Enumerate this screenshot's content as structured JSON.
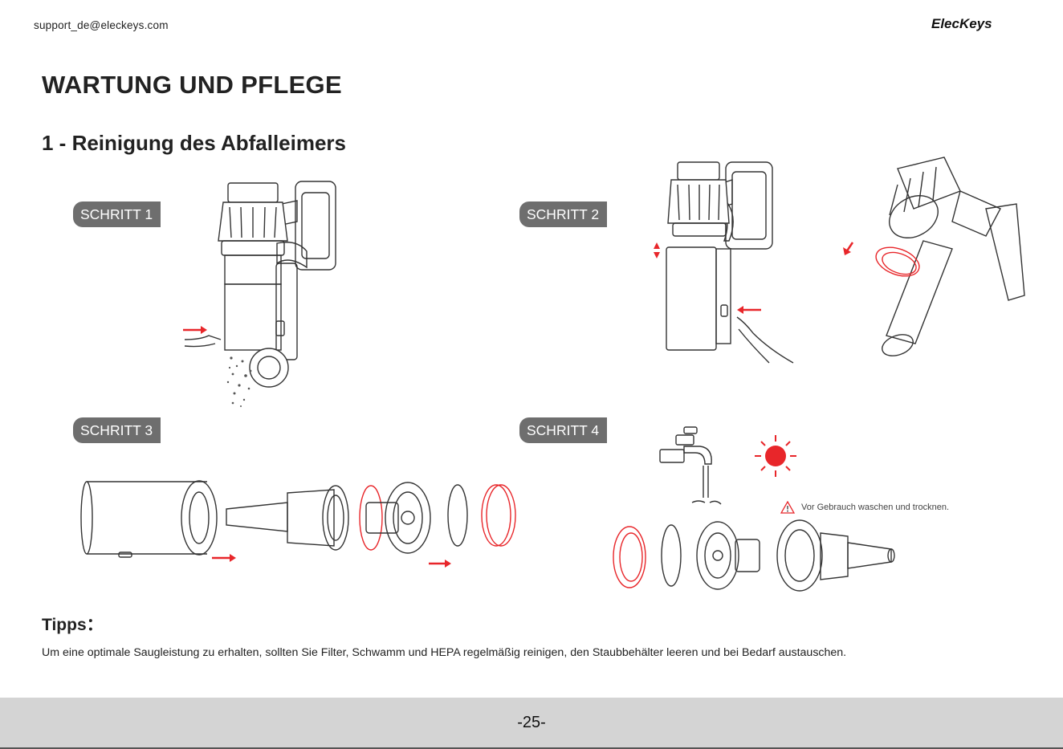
{
  "header": {
    "email": "support_de@eleckeys.com",
    "brand": "ElecKeys"
  },
  "title": "WARTUNG UND PFLEGE",
  "section": "1 - Reinigung des Abfalleimers",
  "steps": [
    {
      "label": "SCHRITT 1"
    },
    {
      "label": "SCHRITT 2"
    },
    {
      "label": "SCHRITT 3"
    },
    {
      "label": "SCHRITT 4"
    }
  ],
  "warning": {
    "icon": "warning-triangle-icon",
    "text": "Vor Gebrauch waschen und trocknen."
  },
  "tips": {
    "heading": "Tipps：",
    "text": "Um eine optimale Saugleistung zu erhalten, sollten Sie Filter, Schwamm und HEPA regelmäßig reinigen, den Staubbehälter leeren und bei Bedarf austauschen."
  },
  "footer": {
    "page_number": "-25-"
  },
  "colors": {
    "accent": "#e8262a",
    "label_bg": "#6e6e6e",
    "footer_bg": "#d4d4d4"
  }
}
